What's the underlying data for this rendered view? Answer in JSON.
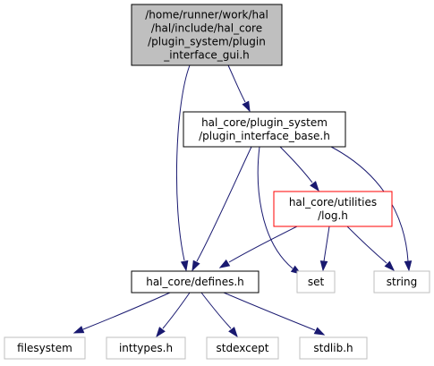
{
  "colors": {
    "edge": "#191970",
    "focus_fill": "#bfbfbf",
    "focus_border": "#000000",
    "normal_border": "#000000",
    "highlight_border": "#ff0000",
    "external_border": "#bfbfbf",
    "external_text": "#404040"
  },
  "nodes": {
    "plugin_interface_gui": {
      "lines": [
        "/home/runner/work/hal",
        "/hal/include/hal_core",
        "/plugin_system/plugin",
        "_interface_gui.h"
      ],
      "style": "focus"
    },
    "plugin_interface_base": {
      "lines": [
        "hal_core/plugin_system",
        "/plugin_interface_base.h"
      ],
      "style": "normal"
    },
    "log": {
      "lines": [
        "hal_core/utilities",
        "/log.h"
      ],
      "style": "highlight"
    },
    "defines": {
      "lines": [
        "hal_core/defines.h"
      ],
      "style": "normal"
    },
    "set": {
      "lines": [
        "set"
      ],
      "style": "external"
    },
    "string": {
      "lines": [
        "string"
      ],
      "style": "external"
    },
    "filesystem": {
      "lines": [
        "filesystem"
      ],
      "style": "external"
    },
    "inttypes": {
      "lines": [
        "inttypes.h"
      ],
      "style": "external"
    },
    "stdexcept": {
      "lines": [
        "stdexcept"
      ],
      "style": "external"
    },
    "stdlib": {
      "lines": [
        "stdlib.h"
      ],
      "style": "external"
    }
  },
  "edges": [
    [
      "plugin_interface_gui",
      "plugin_interface_base"
    ],
    [
      "plugin_interface_gui",
      "defines"
    ],
    [
      "plugin_interface_base",
      "defines"
    ],
    [
      "plugin_interface_base",
      "log"
    ],
    [
      "plugin_interface_base",
      "set"
    ],
    [
      "plugin_interface_base",
      "string"
    ],
    [
      "log",
      "defines"
    ],
    [
      "log",
      "set"
    ],
    [
      "log",
      "string"
    ],
    [
      "defines",
      "filesystem"
    ],
    [
      "defines",
      "inttypes"
    ],
    [
      "defines",
      "stdexcept"
    ],
    [
      "defines",
      "stdlib"
    ]
  ]
}
